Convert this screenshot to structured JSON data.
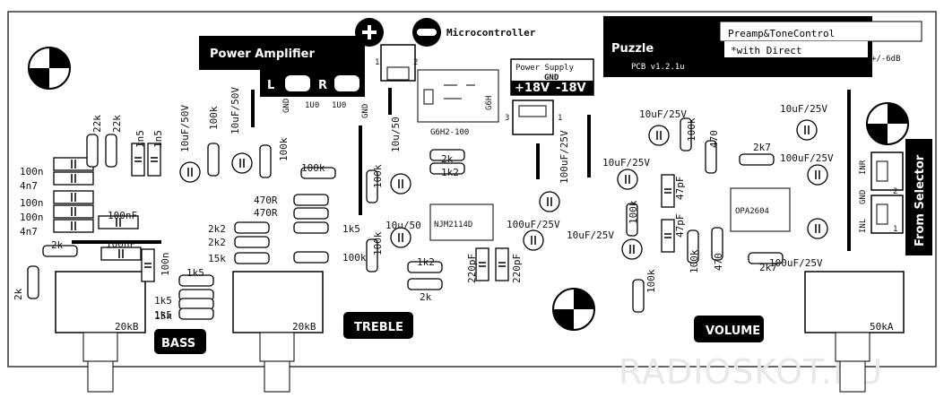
{
  "labels": {
    "power_amplifier": "Power Amplifier",
    "microcontroller": "Microcontroller",
    "puzzle": "Puzzle",
    "pcb_version": "PCB  v1.2.1u",
    "preamp_title": "Preamp&ToneControl",
    "with_direct": "*with Direct",
    "gain": "+/-6dB",
    "power_supply": "Power Supply",
    "gnd": "GND",
    "supply_plus": "+18V",
    "supply_minus": "-18V",
    "from_selector": "From Selector",
    "bass": "BASS",
    "treble": "TREBLE",
    "volume": "VOLUME",
    "relay": "G6H2-100",
    "relay_side": "G6H",
    "ic1": "NJM2114D",
    "ic2": "OPA2604",
    "pot_bass": "20kB",
    "pot_treble": "20kB",
    "pot_volume": "50kA",
    "out_l": "L",
    "out_r": "R",
    "inr": "INR",
    "inl": "INL",
    "gnd_small": "GND",
    "one_uf": "1U0",
    "watermark": "RADIOSKOT.RU"
  },
  "components": [
    "100n",
    "4n7",
    "100n",
    "100n",
    "4n7",
    "2k",
    "2k",
    "22k",
    "22k",
    "1n5",
    "1n5",
    "10uF/50V",
    "100k",
    "10uF/50V",
    "100nF",
    "100nF",
    "100n",
    "100k",
    "100k",
    "470R",
    "470R",
    "2k2",
    "2k2",
    "15k",
    "1k5",
    "1k5",
    "1k5",
    "1k5",
    "15k",
    "100k",
    "100k",
    "10u/50",
    "2k",
    "1k2",
    "10u/50",
    "100k",
    "1k2",
    "2k",
    "220pF",
    "220pF",
    "100uF/25V",
    "100uF/25V",
    "10uF/25V",
    "100k",
    "470",
    "10uF/25V",
    "47pF",
    "47pF",
    "100k",
    "2k7",
    "10uF/25V",
    "100uF/25V",
    "100k",
    "470",
    "2k7",
    "100uF/25V",
    "10uF/25V",
    "100k"
  ],
  "pins": [
    "1",
    "2",
    "3",
    "1",
    "2",
    "1"
  ]
}
